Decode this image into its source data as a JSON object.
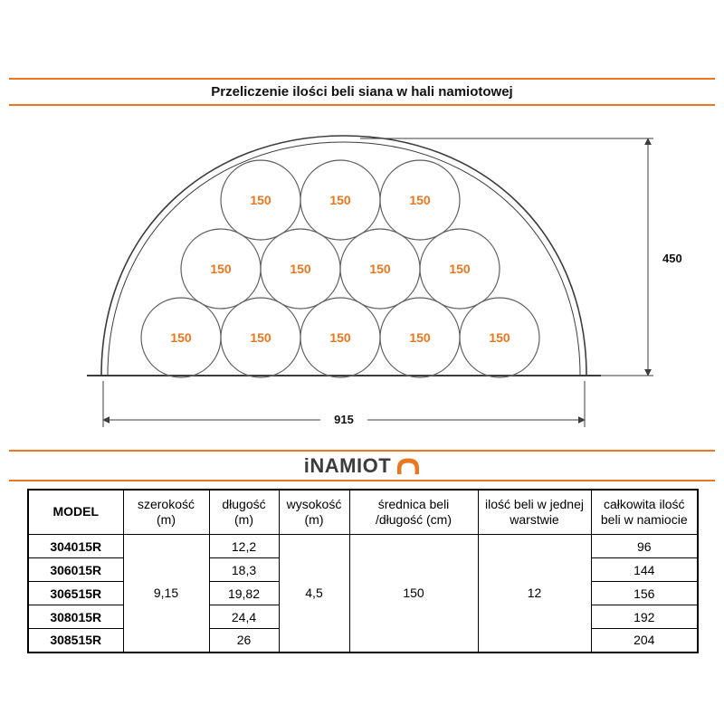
{
  "page": {
    "title": "Przeliczenie ilości beli siana w hali namiotowej"
  },
  "logo": {
    "text": "iNAMIOT"
  },
  "colors": {
    "accent": "#e87722",
    "line": "#3c3c3c"
  },
  "diagram": {
    "bale_label": "150",
    "height_dim": "450",
    "span_dim": "915",
    "bale_rows_top_to_bottom": [
      3,
      4,
      5
    ]
  },
  "table": {
    "headers": [
      {
        "line1": "MODEL",
        "line2": ""
      },
      {
        "line1": "szerokość",
        "line2": "(m)"
      },
      {
        "line1": "długość",
        "line2": "(m)"
      },
      {
        "line1": "wysokość",
        "line2": "(m)"
      },
      {
        "line1": "średnica beli",
        "line2": "/długość (cm)"
      },
      {
        "line1": "ilość beli w jednej",
        "line2": "warstwie"
      },
      {
        "line1": "całkowita ilość",
        "line2": "beli w namiocie"
      }
    ],
    "shared": {
      "width_m": "9,15",
      "height_m": "4,5",
      "bale_diameter_cm": "150",
      "bales_per_layer": "12"
    },
    "rows": [
      {
        "model": "304015R",
        "length_m": "12,2",
        "total_bales": "96"
      },
      {
        "model": "306015R",
        "length_m": "18,3",
        "total_bales": "144"
      },
      {
        "model": "306515R",
        "length_m": "19,82",
        "total_bales": "156"
      },
      {
        "model": "308015R",
        "length_m": "24,4",
        "total_bales": "192"
      },
      {
        "model": "308515R",
        "length_m": "26",
        "total_bales": "204"
      }
    ]
  }
}
